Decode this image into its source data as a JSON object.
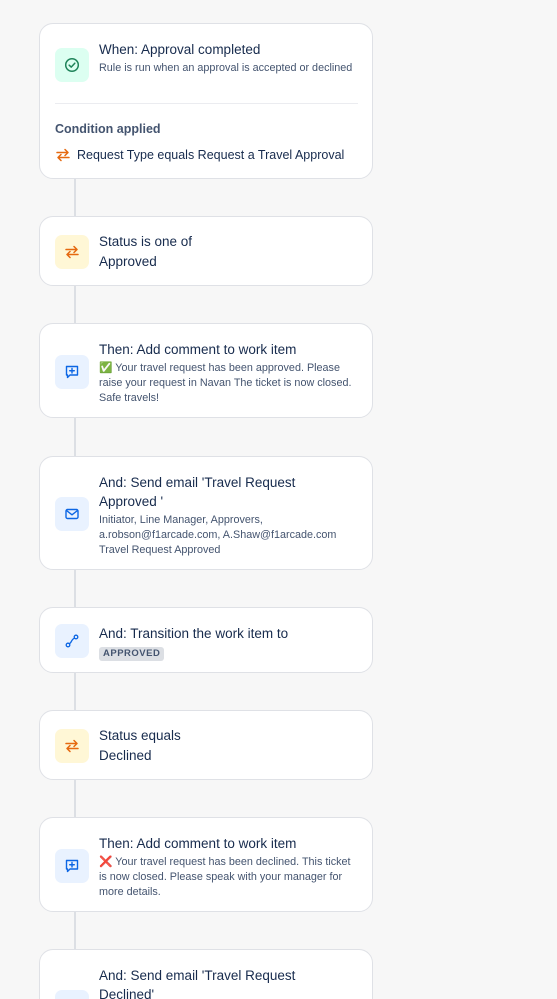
{
  "trigger": {
    "title": "When: Approval completed",
    "description": "Rule is run when an approval is accepted or declined",
    "condition_heading": "Condition applied",
    "condition_text": "Request Type equals Request a Travel Approval"
  },
  "branch_approved": {
    "title": "Status is one of",
    "value": "Approved"
  },
  "comment_approved": {
    "title": "Then: Add comment to work item",
    "emoji": "✅",
    "text": "Your travel request has been approved. Please raise your request in Navan The ticket is now closed. Safe travels!"
  },
  "email_approved": {
    "title_line1": "And: Send email 'Travel Request",
    "title_line2": "Approved '",
    "recipients_line1": "Initiator, Line Manager, Approvers,",
    "recipients_line2": "a.robson@f1arcade.com, A.Shaw@f1arcade.com",
    "subject": "Travel Request Approved"
  },
  "transition_approved": {
    "title": "And: Transition the work item to",
    "status": "APPROVED"
  },
  "branch_declined": {
    "title": "Status equals",
    "value": "Declined"
  },
  "comment_declined": {
    "title": "Then: Add comment to work item",
    "emoji": "❌",
    "text": "Your travel request has been declined. This ticket is now closed. Please speak with your manager for more details."
  },
  "email_declined": {
    "title_line1": "And: Send email 'Travel Request",
    "title_line2": "Declined'"
  },
  "icons": {
    "trigger": "check-circle-icon",
    "branch": "swap-arrows-icon",
    "comment": "comment-add-icon",
    "email": "envelope-icon",
    "transition": "transition-icon"
  },
  "colors": {
    "green_icon": "#1f845a",
    "orange_icon": "#e56910",
    "blue_icon": "#0c66e4"
  }
}
